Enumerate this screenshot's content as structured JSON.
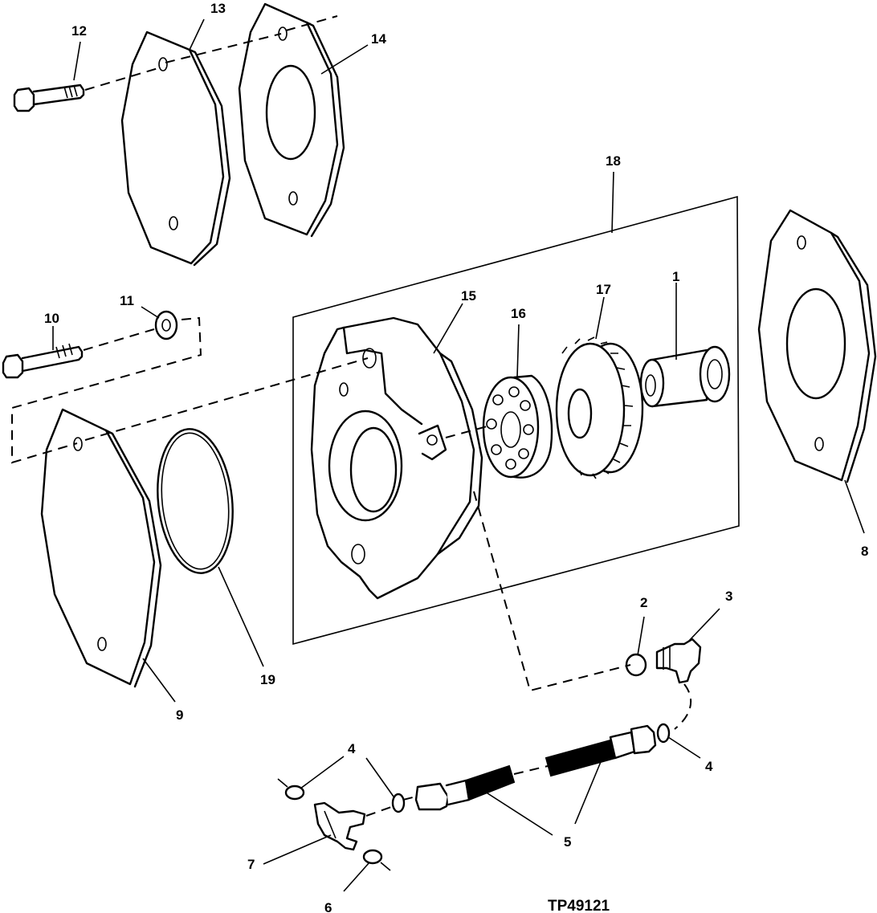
{
  "figure_id": "TP49121",
  "labels": {
    "l1": "1",
    "l2": "2",
    "l3": "3",
    "l4a": "4",
    "l4b": "4",
    "l4c": "4",
    "l5": "5",
    "l6": "6",
    "l7": "7",
    "l8": "8",
    "l9": "9",
    "l10": "10",
    "l11": "11",
    "l12": "12",
    "l13": "13",
    "l14": "14",
    "l15": "15",
    "l16": "16",
    "l17": "17",
    "l18": "18",
    "l19": "19"
  }
}
